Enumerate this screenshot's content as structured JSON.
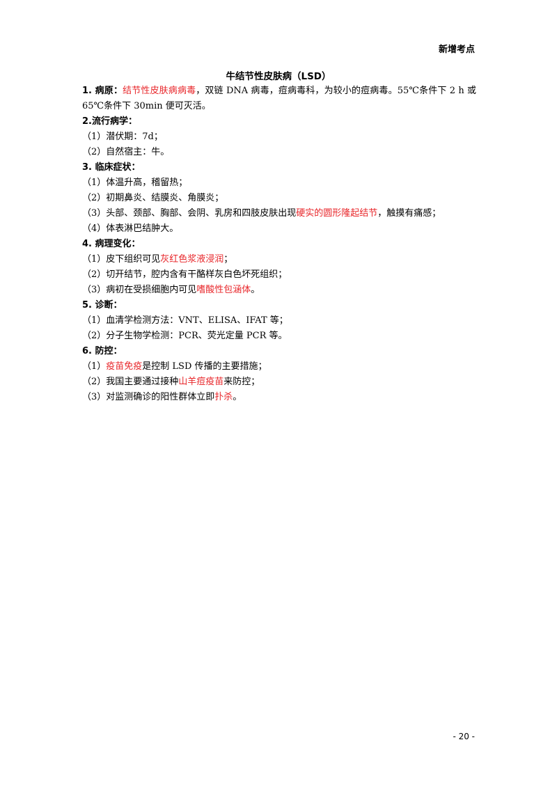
{
  "header": {
    "tag": "新增考点"
  },
  "title": "牛结节性皮肤病（LSD）",
  "sections": {
    "pathogen": {
      "heading": "1. 病原：",
      "red": "结节性皮肤病病毒",
      "rest": "，双链 DNA 病毒，痘病毒科，为较小的痘病毒。55℃条件下 2 h 或 65℃条件下 30min 便可灭活。"
    },
    "epidemiology": {
      "heading": "2.流行病学：",
      "items": [
        "（1）潜伏期：7d；",
        "（2）自然宿主：牛。"
      ]
    },
    "clinical": {
      "heading": "3. 临床症状：",
      "item1": "（1）体温升高，稽留热；",
      "item2": "（2）初期鼻炎、结膜炎、角膜炎；",
      "item3_pre": "（3）头部、颈部、胸部、会阴、乳房和四肢皮肤出现",
      "item3_red": "硬实的圆形隆起结节",
      "item3_post": "，触摸有痛感；",
      "item4": "（4）体表淋巴结肿大。"
    },
    "pathology": {
      "heading": "4. 病理变化：",
      "item1_pre": "（1）皮下组织可见",
      "item1_red": "灰红色浆液浸润",
      "item1_post": "；",
      "item2": "（2）切开结节，腔内含有干酪样灰白色坏死组织；",
      "item3_pre": "（3）病初在受损细胞内可见",
      "item3_red": "嗜酸性包涵体",
      "item3_post": "。"
    },
    "diagnosis": {
      "heading": "5. 诊断：",
      "item1": "（1）血清学检测方法：VNT、ELISA、IFAT 等；",
      "item2": "（2）分子生物学检测：PCR、荧光定量 PCR 等。"
    },
    "prevention": {
      "heading": "6. 防控：",
      "item1_pre": "（1）",
      "item1_red": "疫苗免疫",
      "item1_post": "是控制 LSD 传播的主要措施；",
      "item2_pre": "（2）我国主要通过接种",
      "item2_red": "山羊痘疫苗",
      "item2_post": "来防控；",
      "item3_pre": "（3）对监测确诊的阳性群体立即",
      "item3_red": "扑杀",
      "item3_post": "。"
    }
  },
  "footer": {
    "page_number": "- 20 -"
  },
  "colors": {
    "highlight": "#e8262a",
    "text": "#000000"
  }
}
